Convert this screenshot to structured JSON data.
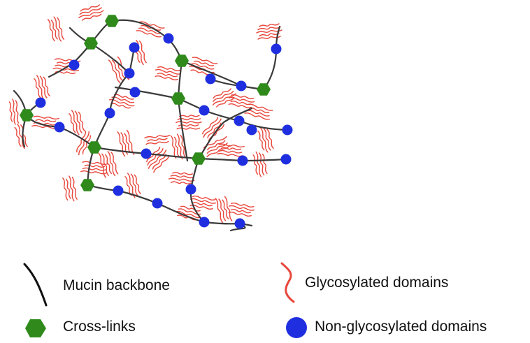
{
  "legend": {
    "backbone_label": "Mucin backbone",
    "crosslinks_label": "Cross-links",
    "glycosylated_label": "Glycosylated domains",
    "nonglycosylated_label": "Non-glycosylated domains"
  },
  "colors": {
    "backbone": "#3a3a3a",
    "crosslink": "#2f8a1b",
    "nonglycosylated": "#1f2fe0",
    "glycan": "#e8473c"
  }
}
